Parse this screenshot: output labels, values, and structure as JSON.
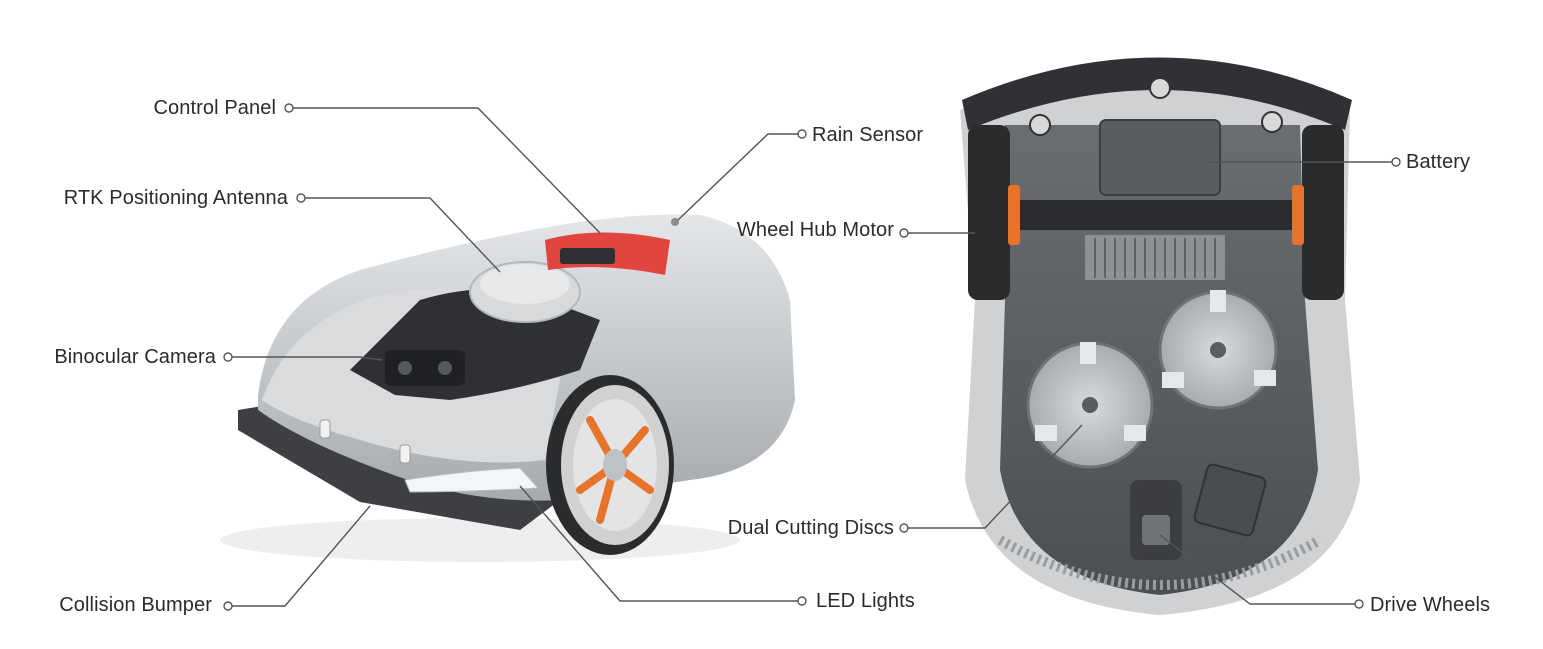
{
  "labels": {
    "control_panel": "Control Panel",
    "rtk_antenna": "RTK Positioning Antenna",
    "binocular_camera": "Binocular Camera",
    "collision_bumper": "Collision Bumper",
    "rain_sensor": "Rain Sensor",
    "wheel_hub_motor": "Wheel Hub Motor",
    "led_lights": "LED Lights",
    "dual_cutting_discs": "Dual Cutting Discs",
    "battery": "Battery",
    "drive_wheels": "Drive Wheels"
  },
  "colors": {
    "body_silver": "#c9cbcd",
    "accent_red": "#e0463f",
    "accent_orange": "#e7742a",
    "dark_gray": "#3d3f42",
    "label_text": "#2b2b2b"
  }
}
